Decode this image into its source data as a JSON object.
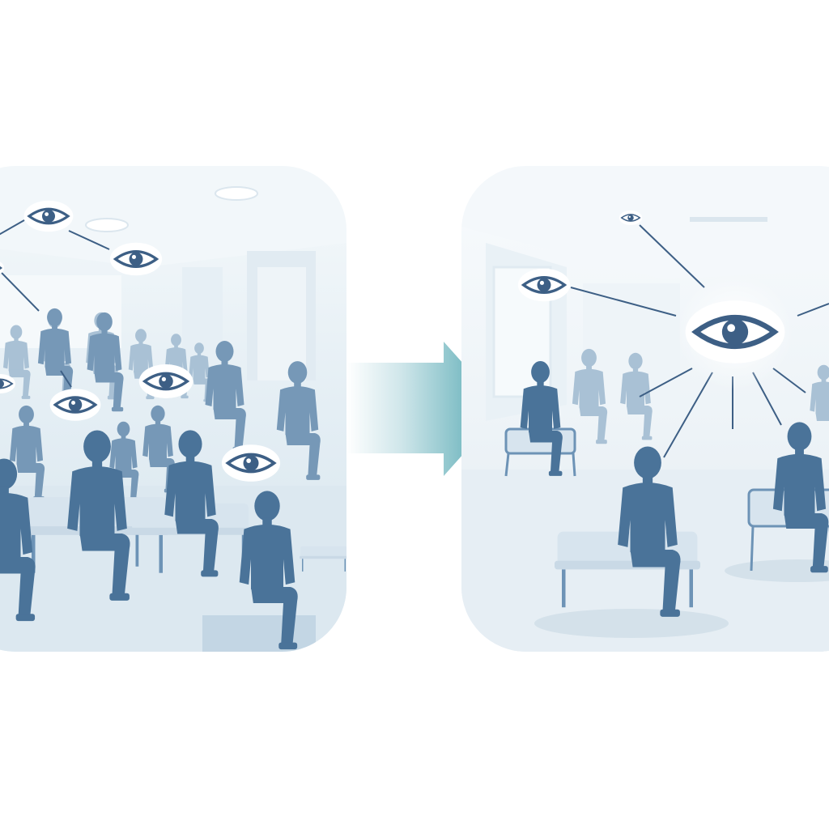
{
  "colors": {
    "background": "#ffffff",
    "panel_fill": "#eef4f8",
    "silhouette_dark": "#4a7399",
    "silhouette_mid": "#7698b7",
    "silhouette_light": "#a9c1d5",
    "eye_stroke": "#3d5f85",
    "arrow_start": "#eaf3f5",
    "arrow_end": "#4aa3ad"
  },
  "icons": {
    "eye": "eye-icon",
    "arrow": "right-arrow-icon",
    "person": "person-silhouette-icon",
    "bench": "bench-icon"
  },
  "panels": [
    {
      "id": "left",
      "depicts": "many-observing-eyes",
      "eye_count": 7
    },
    {
      "id": "right",
      "depicts": "single-central-eye",
      "eye_count": 3
    }
  ]
}
